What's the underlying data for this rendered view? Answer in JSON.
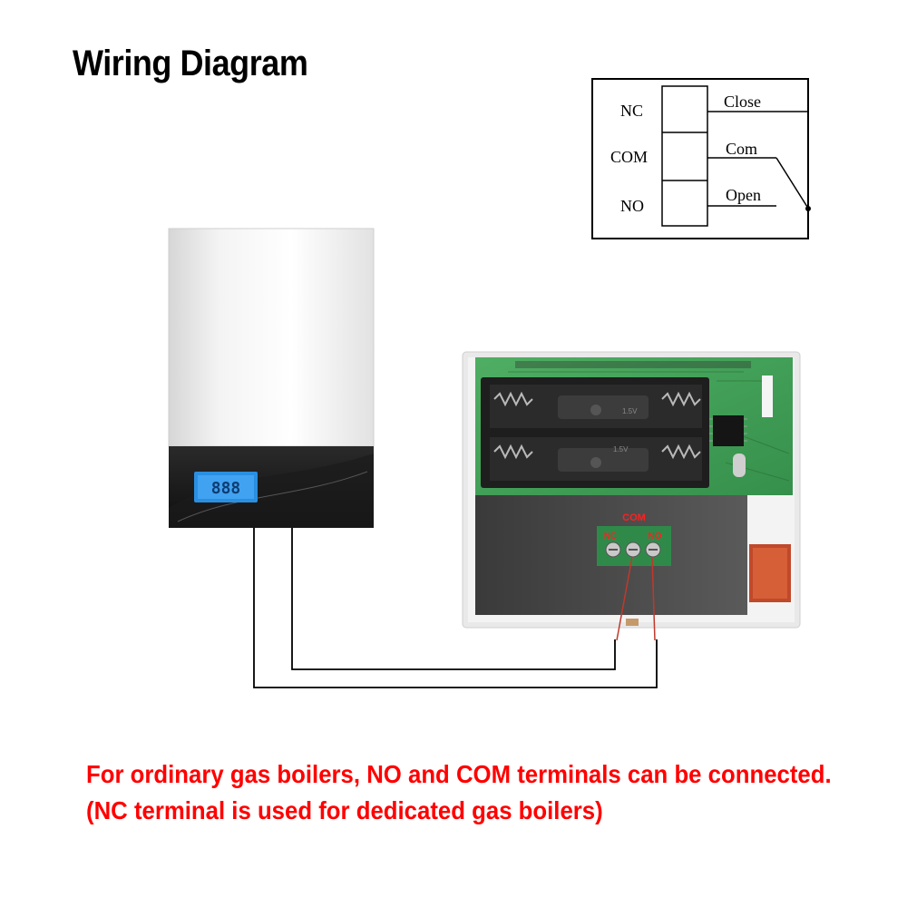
{
  "title": "Wiring Diagram",
  "relay": {
    "terminals": [
      "NC",
      "COM",
      "NO"
    ],
    "labels": [
      "Close",
      "Com",
      "Open"
    ]
  },
  "boiler": {
    "display": "888"
  },
  "thermostat": {
    "terminal_header": "COM",
    "terminal_nc": "NC",
    "terminal_no": "NO",
    "battery_label": "1.5V"
  },
  "notes": {
    "line1": "For ordinary gas boilers, NO and COM terminals can be connected.",
    "line2": "(NC terminal is used for dedicated gas boilers)"
  },
  "colors": {
    "note": "#ff0000",
    "pcb": "#3f9a55",
    "terminal_block": "#2f8a4a",
    "lcd": "#2a8fe0"
  }
}
